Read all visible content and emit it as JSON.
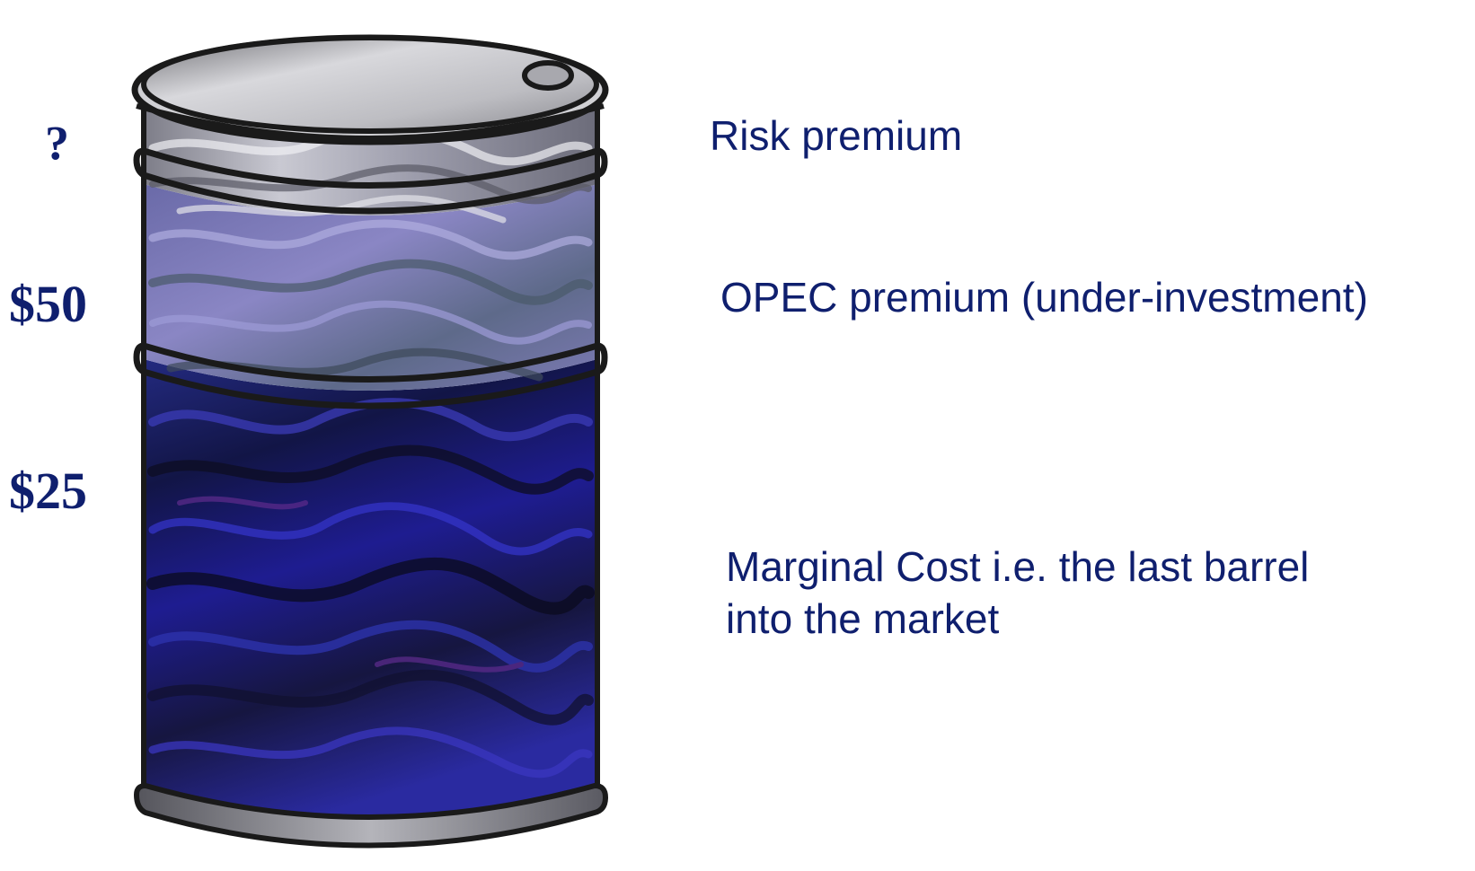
{
  "price_markers": {
    "top": "?",
    "middle": "$50",
    "bottom": "$25"
  },
  "layers": {
    "risk_premium": "Risk premium",
    "opec_premium": "OPEC premium (under-investment)",
    "marginal_cost_line1": "Marginal Cost i.e. the last barrel",
    "marginal_cost_line2": "into the market"
  },
  "colors": {
    "text": "#0f1f6e",
    "barrel_outline": "#1a1a1a",
    "lid": "#b8b8bc",
    "risk_layer": "#a8a8b4",
    "opec_layer": "#7a78b0",
    "marginal_layer": "#1c1e78"
  }
}
